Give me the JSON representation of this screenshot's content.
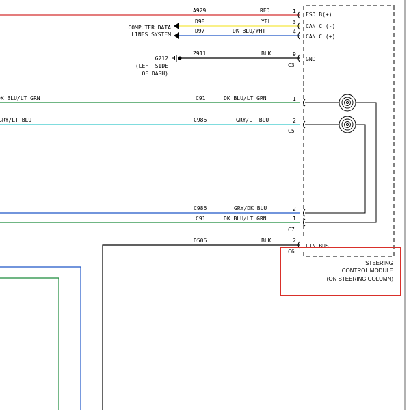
{
  "wires_top": {
    "a929": {
      "circuit": "A929",
      "color_label": "RED",
      "pin": "1",
      "signal": "FSD B(+)",
      "stroke": "#d32f2f"
    },
    "d98": {
      "circuit": "D98",
      "color_label": "YEL",
      "pin": "3",
      "signal": "CAN C (-)",
      "stroke": "#f5e642"
    },
    "d97": {
      "circuit": "D97",
      "color_label": "DK BLU/WHT",
      "pin": "4",
      "signal": "CAN C (+)",
      "stroke": "#1e56c8"
    },
    "z911": {
      "circuit": "Z911",
      "color_label": "BLK",
      "pin": "9",
      "signal": "GND",
      "stroke": "#000000"
    },
    "connector_c3": "C3"
  },
  "computer_data": {
    "line1": "COMPUTER DATA",
    "line2": "LINES SYSTEM"
  },
  "ground": {
    "id": "G212",
    "line1": "(LEFT SIDE",
    "line2": "OF DASH)"
  },
  "wires_mid": {
    "c91_left_label": "DK BLU/LT GRN",
    "c986_left_label": "GRY/LT BLU",
    "c91": {
      "circuit": "C91",
      "color_label": "DK BLU/LT GRN",
      "pin": "1",
      "stroke": "#1a8a3a"
    },
    "c986": {
      "circuit": "C986",
      "color_label": "GRY/LT BLU",
      "pin": "2",
      "stroke": "#35c6c9"
    },
    "connector_c5": "C5"
  },
  "wires_low": {
    "c986": {
      "circuit": "C986",
      "color_label": "GRY/DK BLU",
      "pin": "2",
      "stroke": "#1e56c8"
    },
    "c91": {
      "circuit": "C91",
      "color_label": "DK BLU/LT GRN",
      "pin": "1",
      "stroke": "#1a8a3a"
    },
    "connector_c7": "C7",
    "d506": {
      "circuit": "D506",
      "color_label": "BLK",
      "pin": "2",
      "signal": "LIN BUS",
      "stroke": "#000000"
    },
    "connector_c6": "C6"
  },
  "module": {
    "line1": "STEERING",
    "line2": "CONTROL MODULE",
    "line3": "(ON STEERING COLUMN)",
    "highlight_color": "#d9302a"
  }
}
